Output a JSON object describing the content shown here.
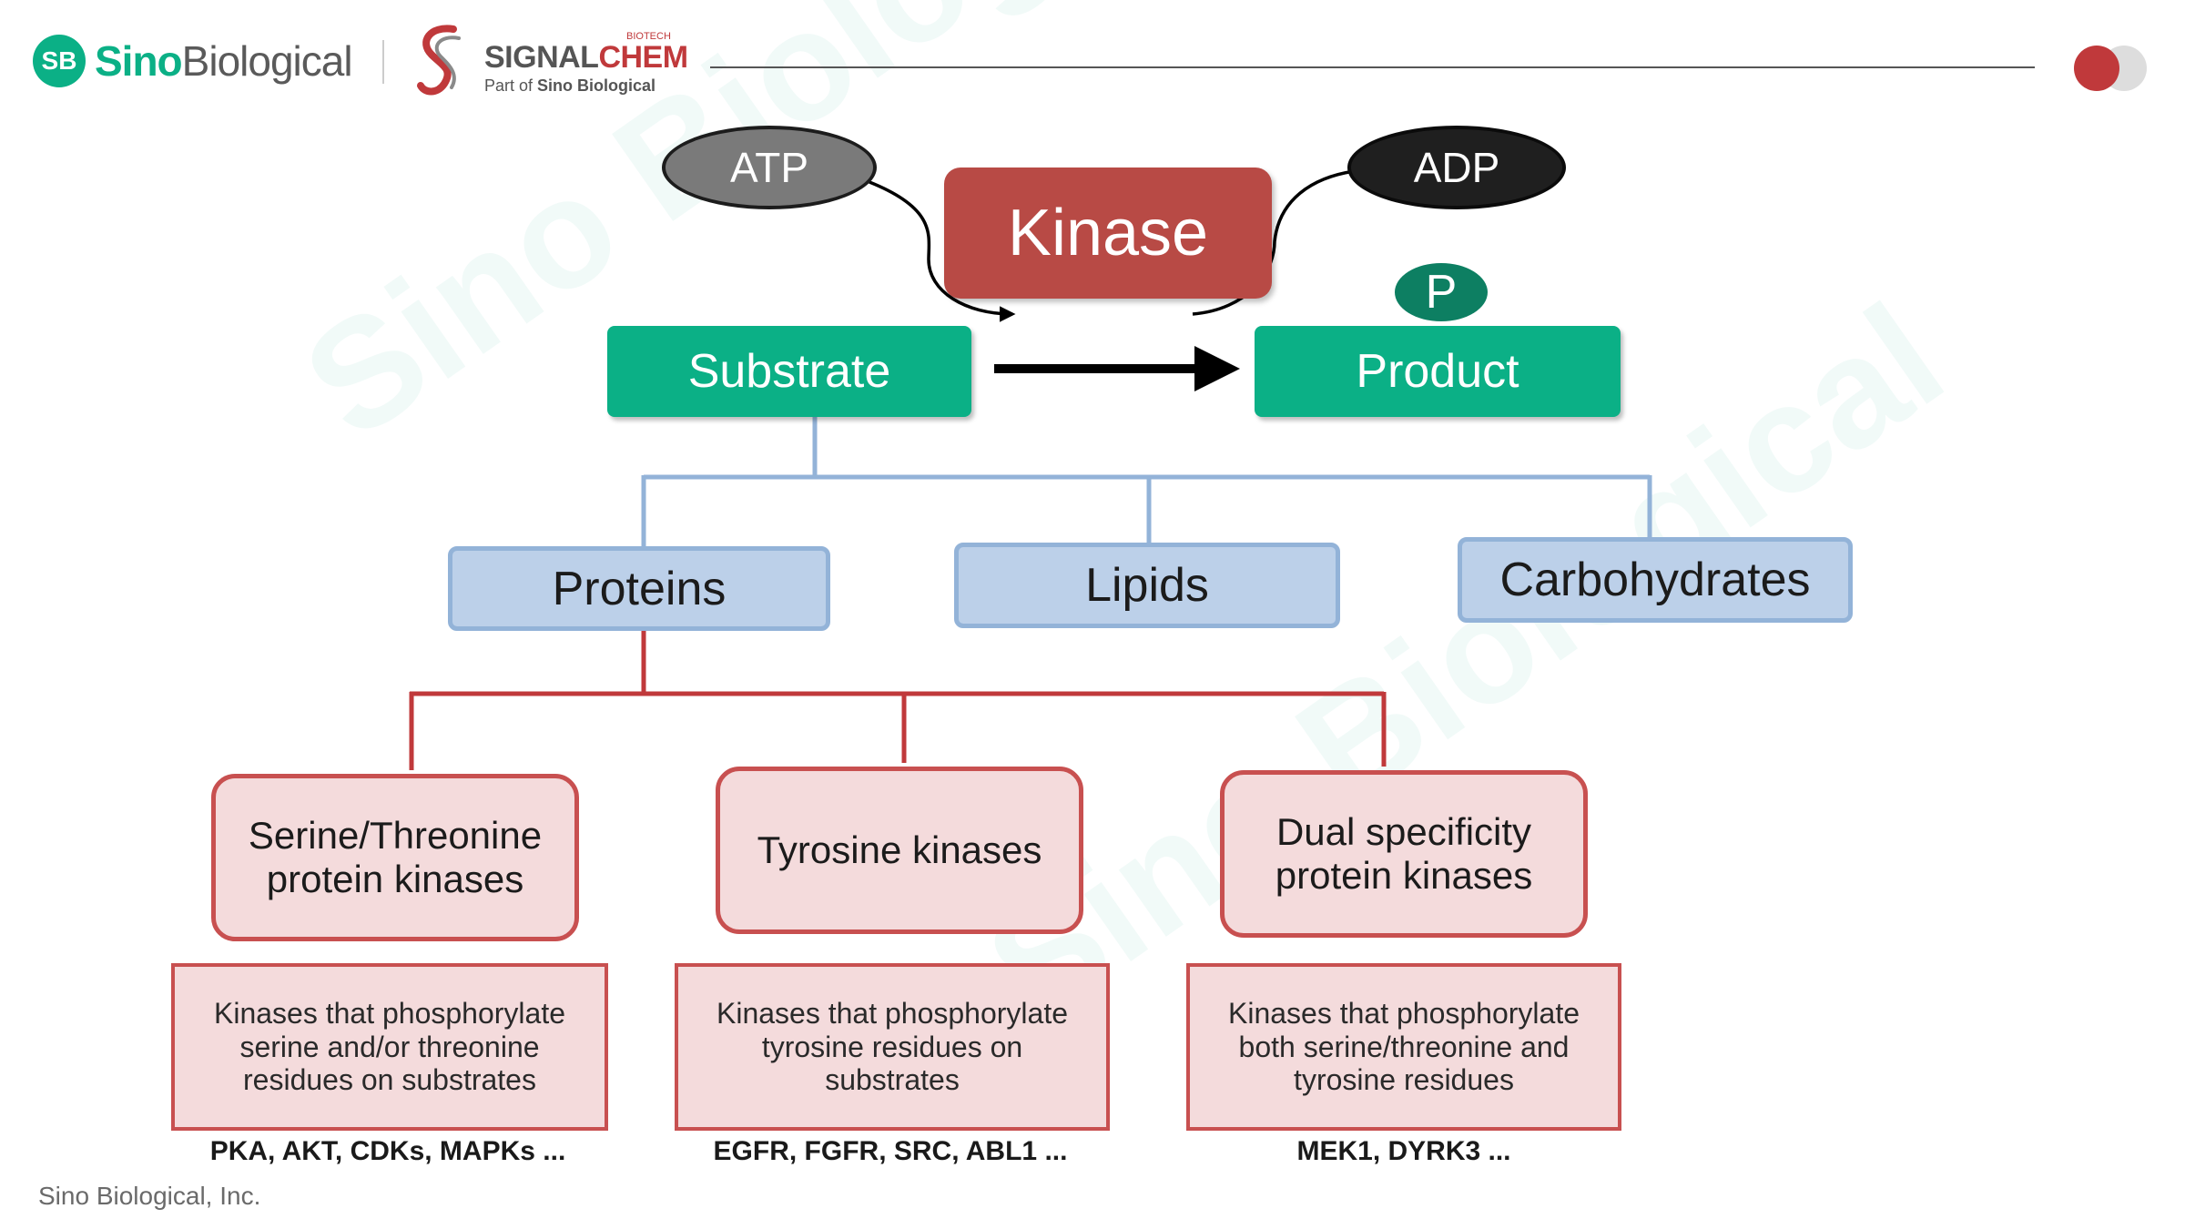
{
  "header": {
    "brand_sb": "SB",
    "brand_sino": "Sino",
    "brand_bio": "Biological",
    "signalchem_small": "BIOTECH",
    "signalchem_signal": "SIGNAL",
    "signalchem_chem": "CHEM",
    "signalchem_sub_prefix": "Part of",
    "signalchem_sub_brand": "Sino Biological"
  },
  "watermark": {
    "text": "Sino Biological"
  },
  "diagram": {
    "atp": "ATP",
    "adp": "ADP",
    "kinase": "Kinase",
    "phospho": "P",
    "substrate": "Substrate",
    "product": "Product",
    "categories": [
      "Proteins",
      "Lipids",
      "Carbohydrates"
    ],
    "kinase_types": [
      {
        "name_line1": "Serine/Threonine",
        "name_line2": "protein kinases",
        "desc_line1": "Kinases that phosphorylate",
        "desc_line2": "serine and/or threonine",
        "desc_line3": "residues on substrates",
        "examples": "PKA, AKT, CDKs, MAPKs ..."
      },
      {
        "name_line1": "Tyrosine kinases",
        "desc_line1": "Kinases that phosphorylate",
        "desc_line2": "tyrosine residues on",
        "desc_line3": "substrates",
        "examples": "EGFR, FGFR, SRC, ABL1 ..."
      },
      {
        "name_line1": "Dual specificity",
        "name_line2": "protein kinases",
        "desc_line1": "Kinases that phosphorylate",
        "desc_line2": "both serine/threonine and",
        "desc_line3": "tyrosine residues",
        "examples": "MEK1, DYRK3 ..."
      }
    ]
  },
  "footer": {
    "company": "Sino Biological, Inc."
  },
  "colors": {
    "brand_green": "#0bb086",
    "kinase_red": "#b84a45",
    "tree_red": "#c0393b",
    "tree_blue": "#93b3d8",
    "atp_gray": "#7a7a7a",
    "adp_black": "#1f1f1f",
    "phospho_green": "#0d7f62"
  }
}
